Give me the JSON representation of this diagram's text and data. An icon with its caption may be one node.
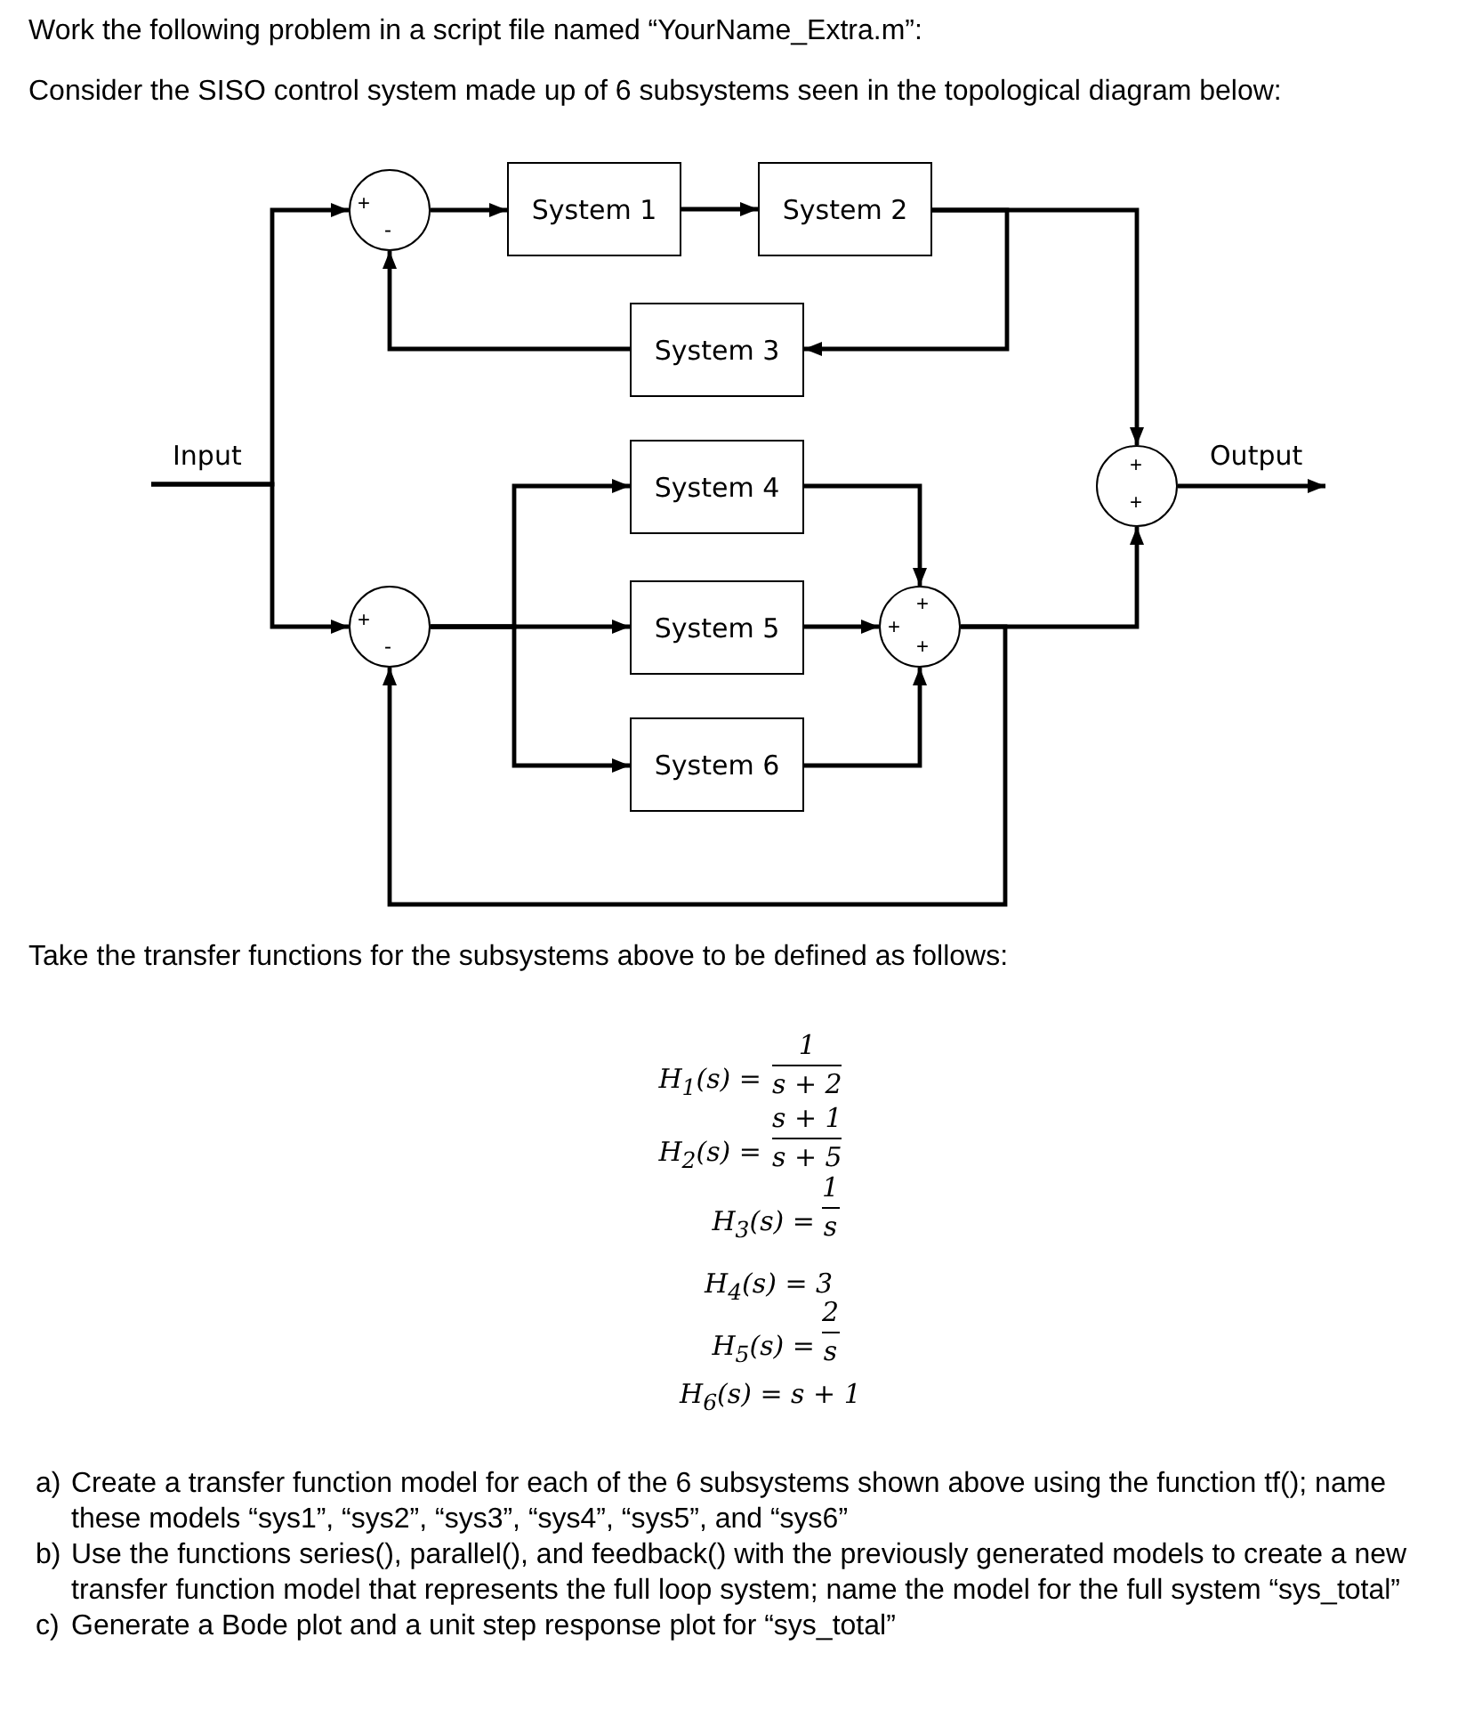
{
  "diagram": {
    "nodes": [
      {
        "text": [
          "+",
          "-"
        ]
      },
      {
        "text": [
          "System 1"
        ]
      },
      {
        "text": [
          "System 2"
        ]
      },
      {
        "text": [
          "System 3"
        ]
      },
      {
        "text": [
          "Input"
        ]
      },
      {
        "text": [
          "System 4"
        ]
      },
      {
        "text": [
          "+",
          "+"
        ]
      },
      {
        "text": [
          "Output"
        ]
      },
      {
        "text": [
          "+",
          "-"
        ]
      },
      {
        "text": [
          "System 5"
        ]
      },
      {
        "text": [
          "+",
          "+",
          "+"
        ]
      },
      {
        "text": [
          "System 6"
        ]
      }
    ],
    "edges": [
      {
        "from": 0,
        "to": 1,
        "arrow": "to"
      },
      {
        "from": 1,
        "to": 2,
        "arrow": "to"
      },
      {
        "from": 2,
        "to": 3,
        "arrow": "to"
      },
      {
        "from": 3,
        "to": 0,
        "arrow": "to"
      },
      {
        "from": 2,
        "to": 6,
        "arrow": "to"
      },
      {
        "from": 4,
        "to": 0,
        "arrow": "to"
      },
      {
        "from": 4,
        "to": 8,
        "arrow": "to"
      },
      {
        "from": 8,
        "to": 5,
        "arrow": "to"
      },
      {
        "from": 8,
        "to": 9,
        "arrow": "to"
      },
      {
        "from": 8,
        "to": 11,
        "arrow": "to"
      },
      {
        "from": 5,
        "to": 10,
        "arrow": "to"
      },
      {
        "from": 9,
        "to": 10,
        "arrow": "to"
      },
      {
        "from": 11,
        "to": 10,
        "arrow": "to"
      },
      {
        "from": 10,
        "to": 6,
        "arrow": "to"
      },
      {
        "from": 10,
        "to": 8,
        "arrow": "to"
      },
      {
        "from": 6,
        "to": 7,
        "arrow": "to"
      }
    ],
    "labels": [
      "Work the following problem in a script file named “YourName_Extra.m”:",
      "Consider the SISO control system made up of 6 subsystems seen in the topological diagram below:",
      "Take the transfer functions for the subsystems above to be defined as follows:",
      "H$_{1}$(s) =",
      "1",
      "s + 2",
      "H$_{2}$(s) =",
      "s + 1",
      "s + 5",
      "H$_{3}$(s) =",
      "1",
      "s",
      "H$_{4}$(s) = 3",
      "H$_{5}$(s) =",
      "2",
      "s",
      "H$_{6}$(s) = s + 1",
      "a)",
      "Create a transfer function model for each of the 6 subsystems shown above using the function tf(); name these models “sys1”, “sys2”, “sys3”, “sys4”, “sys5”, and “sys6”",
      "b)",
      "Use the functions series(), parallel(), and feedback() with the previously generated models to create a new transfer function model that represents the full loop system; name the model for the full system “sys_total”",
      "c)",
      "Generate a Bode plot and a unit step response plot for “sys_total”"
    ]
  }
}
